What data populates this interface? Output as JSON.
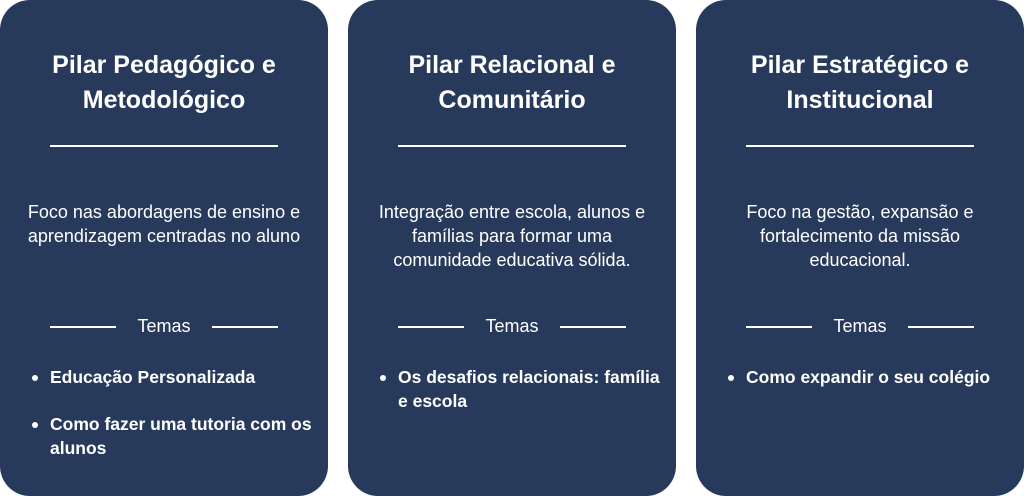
{
  "pillars": [
    {
      "title": "Pilar Pedagógico e Metodológico",
      "description": "Foco nas abordagens de ensino e aprendizagem centradas no aluno",
      "themes_label": "Temas",
      "topics": [
        "Educação Personalizada",
        "Como fazer uma tutoria com os alunos"
      ]
    },
    {
      "title": "Pilar Relacional e Comunitário",
      "description": "Integração entre escola, alunos e famílias para formar uma comunidade educativa sólida.",
      "themes_label": "Temas",
      "topics": [
        "Os desafios relacionais: família e escola"
      ]
    },
    {
      "title": "Pilar Estratégico e Institucional",
      "description": "Foco na gestão, expansão e fortalecimento da missão educacional.",
      "themes_label": "Temas",
      "topics": [
        "Como expandir o seu colégio"
      ]
    }
  ],
  "colors": {
    "card": "#283a5b",
    "text": "#ffffff"
  }
}
